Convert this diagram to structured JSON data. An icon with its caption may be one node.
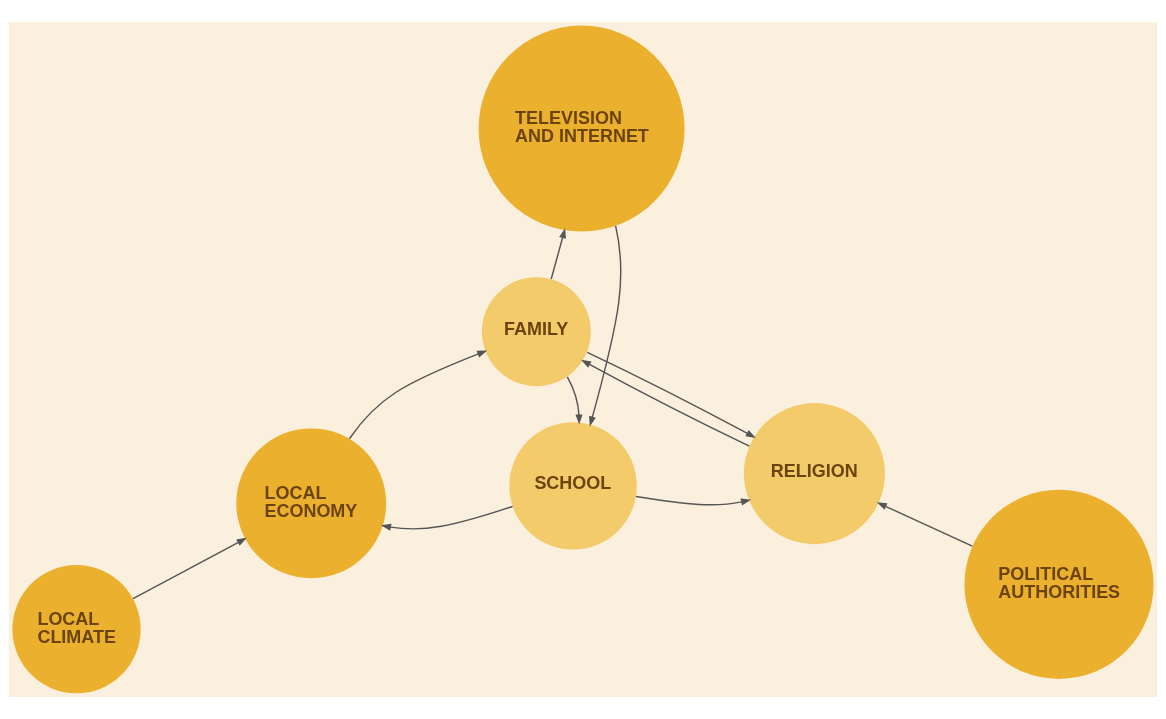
{
  "diagram": {
    "nodes": [
      {
        "text": [
          "LOCAL ECONOMY"
        ]
      },
      {
        "text": [
          "POLITICAL AUTHORITIES"
        ]
      },
      {
        "text": [
          "RELIGION"
        ]
      },
      {
        "text": [
          "FAMILY"
        ]
      },
      {
        "text": [
          "SCHOOL"
        ]
      },
      {
        "text": [
          "TELEVISION AND INTERNET"
        ]
      },
      {
        "text": [
          "LOCAL CLIMATE"
        ]
      }
    ],
    "edges": [
      {
        "from": 1,
        "to": 2,
        "arrow": "to"
      },
      {
        "from": 2,
        "to": 3,
        "arrow": "to"
      },
      {
        "from": 3,
        "to": 2,
        "arrow": "to"
      },
      {
        "from": 0,
        "to": 3,
        "arrow": "to"
      },
      {
        "from": 4,
        "to": 0,
        "arrow": "to"
      },
      {
        "from": 3,
        "to": 5,
        "arrow": "to"
      },
      {
        "from": 3,
        "to": 4,
        "arrow": "to"
      },
      {
        "from": 4,
        "to": 2,
        "arrow": "to"
      },
      {
        "from": 5,
        "to": 4,
        "arrow": "to"
      },
      {
        "from": 6,
        "to": 0,
        "arrow": "to"
      }
    ]
  }
}
